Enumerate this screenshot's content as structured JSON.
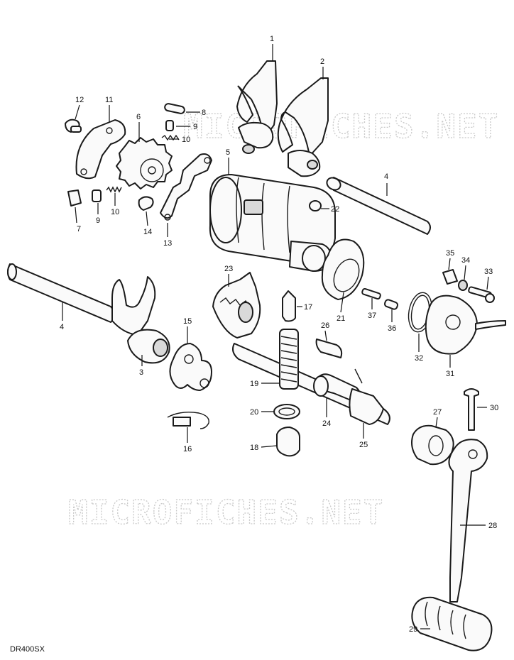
{
  "watermark": "MICROFICHES.NET",
  "model_code": "DR400SX",
  "callouts": [
    "1",
    "2",
    "3",
    "4",
    "4",
    "5",
    "6",
    "7",
    "8",
    "9",
    "9",
    "10",
    "10",
    "11",
    "12",
    "13",
    "14",
    "15",
    "16",
    "17",
    "18",
    "19",
    "20",
    "21",
    "22",
    "23",
    "24",
    "25",
    "26",
    "27",
    "28",
    "29",
    "30",
    "31",
    "32",
    "33",
    "34",
    "35",
    "36",
    "37"
  ]
}
